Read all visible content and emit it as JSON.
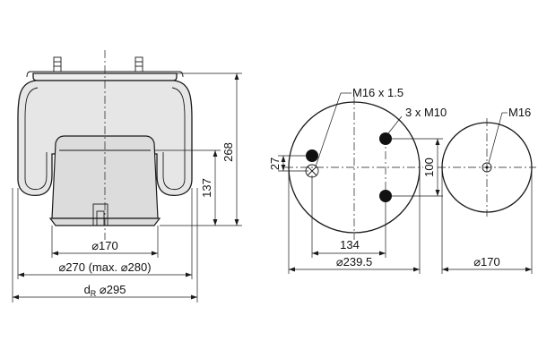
{
  "side_view": {
    "height_overall": "268",
    "height_piston": "137",
    "piston_diameter": "⌀170",
    "bellow_diameter": "⌀270 (max. ⌀280)",
    "reference_diameter_prefix": "d",
    "reference_diameter_subscript": "R",
    "reference_diameter_value": " ⌀295"
  },
  "top_view": {
    "center_thread": "M16 x 1.5",
    "bolt_threads": "3 x M10",
    "offset_center": "27",
    "bolt_spacing_vertical": "100",
    "bolt_spacing_horizontal": "134",
    "plate_diameter": "⌀239.5"
  },
  "bottom_view": {
    "thread": "M16",
    "diameter": "⌀170"
  },
  "colors": {
    "line": "#1a1a1a",
    "body_fill": "#e6e6e6",
    "hole_fill": "#111111"
  }
}
